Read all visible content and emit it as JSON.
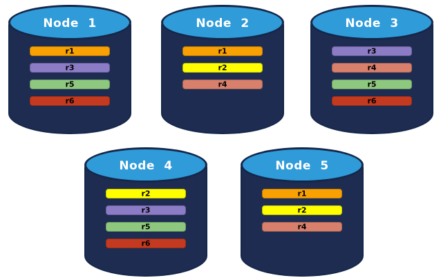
{
  "diagram": {
    "description": "Five database nodes with replica placement",
    "colors": {
      "background": "#ffffff",
      "cylinder_body": "#1D2C50",
      "cylinder_edge": "#14274A",
      "cylinder_top": "#2F9BD8",
      "node_label_text": "#ffffff",
      "replica_label_text": "#000000"
    },
    "replica_colors": {
      "r1": "#F9A102",
      "r2": "#FEFE00",
      "r3": "#8C7CC6",
      "r4": "#D8806C",
      "r5": "#8EC87E",
      "r6": "#C43A20"
    },
    "nodes": [
      {
        "label": "Node 1",
        "replicas": [
          "r1",
          "r3",
          "r5",
          "r6"
        ]
      },
      {
        "label": "Node 2",
        "replicas": [
          "r1",
          "r2",
          "r4"
        ]
      },
      {
        "label": "Node 3",
        "replicas": [
          "r3",
          "r4",
          "r5",
          "r6"
        ]
      },
      {
        "label": "Node 4",
        "replicas": [
          "r2",
          "r3",
          "r5",
          "r6"
        ]
      },
      {
        "label": "Node 5",
        "replicas": [
          "r1",
          "r2",
          "r4"
        ]
      }
    ]
  }
}
